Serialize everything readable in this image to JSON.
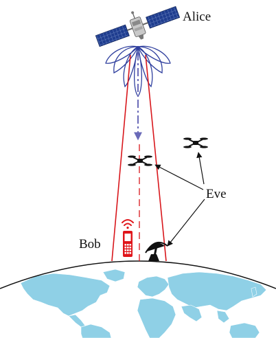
{
  "labels": {
    "alice": "Alice",
    "bob": "Bob",
    "eve": "Eve"
  },
  "nodes": [
    {
      "role": "transmitter",
      "icon": "satellite-icon",
      "label_ref": "alice"
    },
    {
      "role": "legitimate-receiver",
      "icon": "mobile-phone-icon",
      "label_ref": "bob"
    },
    {
      "role": "eavesdropper",
      "icon": "drone-icon",
      "label_ref": "eve"
    },
    {
      "role": "eavesdropper",
      "icon": "drone-icon",
      "label_ref": "eve"
    },
    {
      "role": "eavesdropper",
      "icon": "satellite-dish-icon",
      "label_ref": "eve"
    }
  ],
  "colors": {
    "beam_edge": "#d8161b",
    "center_line": "#d8161b",
    "signal_arrow": "#6a6ab8",
    "antenna_pattern": "#2f3f9e",
    "phone": "#e0161b",
    "ocean": "#ffffff",
    "land": "#8fd0e6",
    "earth_outline": "#111111",
    "panel": "#1f3d8f",
    "text": "#111111"
  }
}
